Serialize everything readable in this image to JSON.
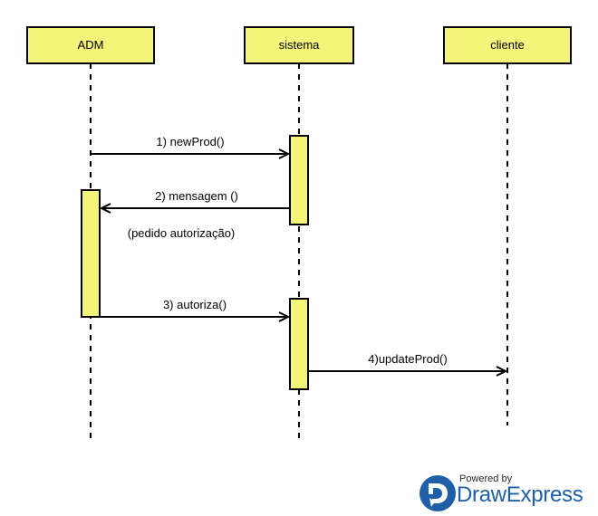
{
  "colors": {
    "box_fill": "#f4f47a",
    "activation_fill": "#f4f47a",
    "stroke": "#000000",
    "brand": "#1f5fa8"
  },
  "actors": [
    {
      "name": "ADM"
    },
    {
      "name": "sistema"
    },
    {
      "name": "cliente"
    }
  ],
  "messages": [
    {
      "label": "1) newProd()",
      "from": "ADM",
      "to": "sistema"
    },
    {
      "label": "2) mensagem ()",
      "from": "sistema",
      "to": "ADM"
    },
    {
      "label": "3) autoriza()",
      "from": "ADM",
      "to": "sistema"
    },
    {
      "label": "4)updateProd()",
      "from": "sistema",
      "to": "cliente"
    }
  ],
  "notes": [
    {
      "text": "(pedido autorização)"
    }
  ],
  "watermark": {
    "powered_by": "Powered by",
    "brand_part1": "Draw",
    "brand_part2": "Express",
    "logo_icon": "drawexpress-logo-icon"
  }
}
